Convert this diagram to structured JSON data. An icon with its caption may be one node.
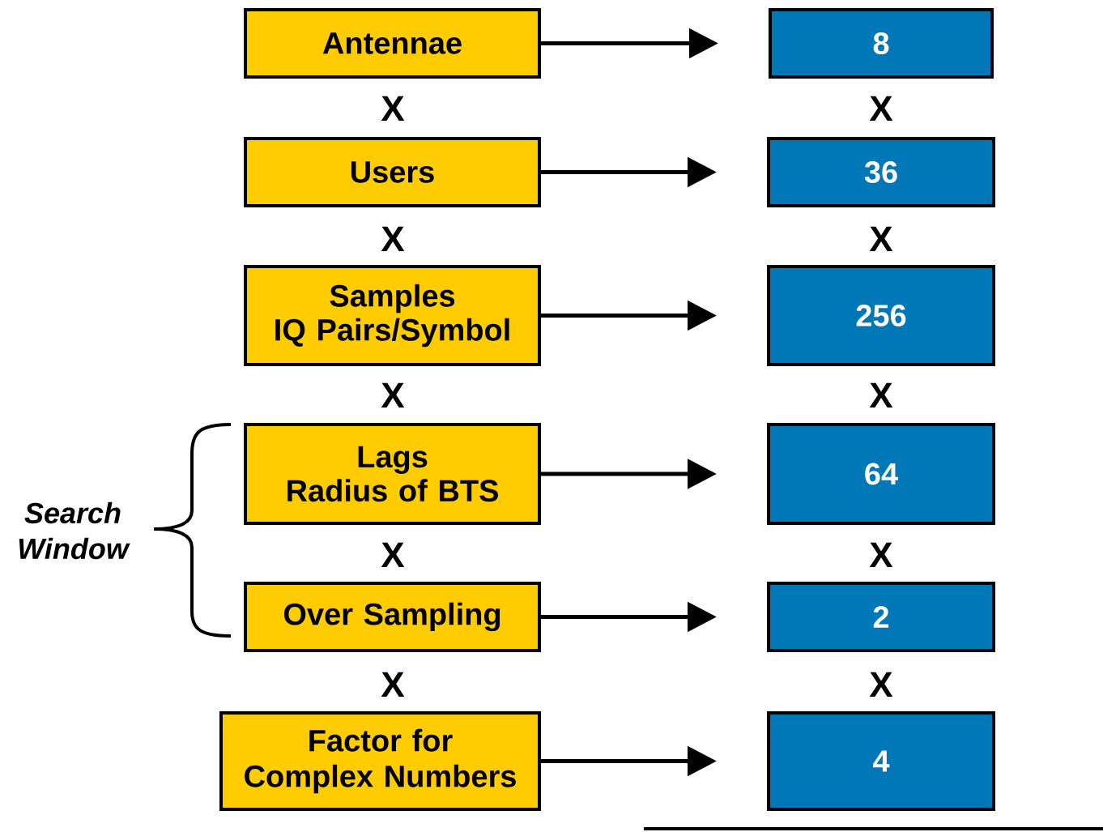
{
  "diagram": {
    "nodes": [
      {
        "text": [
          "Antennae"
        ]
      },
      {
        "text": [
          "Users"
        ]
      },
      {
        "text": [
          "Samples",
          "IQ Pairs/Symbol"
        ]
      },
      {
        "text": [
          "Lags",
          "Radius of BTS"
        ]
      },
      {
        "text": [
          "Over Sampling"
        ]
      },
      {
        "text": [
          "Factor for Complex Numbers"
        ]
      },
      {
        "text": [
          "8"
        ]
      },
      {
        "text": [
          "36"
        ]
      },
      {
        "text": [
          "256"
        ]
      },
      {
        "text": [
          "64"
        ]
      },
      {
        "text": [
          "2"
        ]
      },
      {
        "text": [
          "4"
        ]
      }
    ],
    "edges": [
      {
        "from": 0,
        "to": 6,
        "arrow": "to"
      },
      {
        "from": 1,
        "to": 7,
        "arrow": "to"
      },
      {
        "from": 2,
        "to": 8,
        "arrow": "to"
      },
      {
        "from": 3,
        "to": 9,
        "arrow": "to"
      },
      {
        "from": 4,
        "to": 10,
        "arrow": "to"
      },
      {
        "from": 5,
        "to": 11,
        "arrow": "to"
      }
    ],
    "labels": [
      "X",
      "X",
      "X",
      "X",
      "X",
      "X",
      "Search Window",
      "X",
      "X",
      "X",
      "X"
    ]
  }
}
